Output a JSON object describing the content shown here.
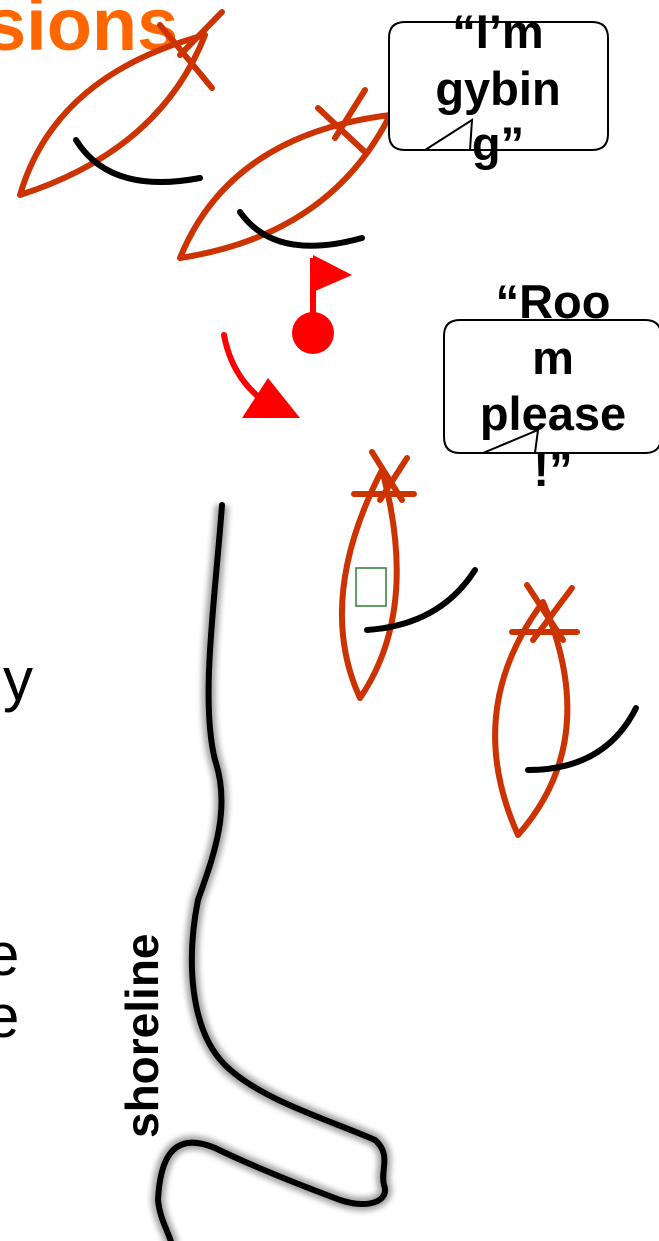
{
  "heading": {
    "visible_fragment": "sions",
    "color": "#FF6600"
  },
  "bubbles": [
    {
      "id": "gybing",
      "lines": [
        "“I’m",
        "gybin",
        "g”"
      ]
    },
    {
      "id": "room",
      "lines": [
        "“Roo",
        "m",
        "please",
        "!”"
      ]
    }
  ],
  "left_edge_text": {
    "fragments": [
      "y",
      "e",
      "e"
    ]
  },
  "shoreline": {
    "label": "shoreline"
  },
  "boats": [
    {
      "id": "boat-1",
      "role": "gybing boat (upper left)"
    },
    {
      "id": "boat-2",
      "role": "gybing boat"
    },
    {
      "id": "boat-3",
      "role": "boat on port"
    },
    {
      "id": "boat-4",
      "role": "boat (lower right)"
    }
  ],
  "colors": {
    "boat_hull": "#CC3300",
    "sail": "#000000",
    "arrow": "#FF0000",
    "mark_outline": "#2E7D32",
    "shore": "#000000"
  }
}
